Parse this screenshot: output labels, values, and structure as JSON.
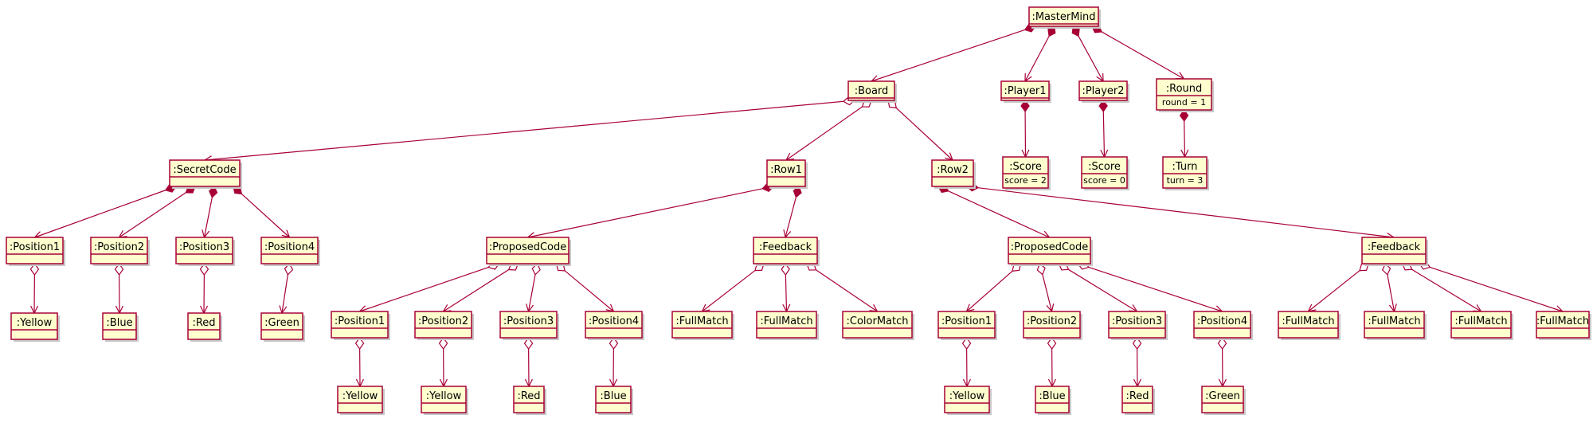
{
  "colors": {
    "box_fill": "#FEFECE",
    "border": "#A80036",
    "shadow": "#c9c9c9"
  },
  "objects": [
    {
      "id": "mastermind",
      "name": ":MasterMind",
      "attrs": []
    },
    {
      "id": "board",
      "name": ":Board",
      "attrs": []
    },
    {
      "id": "player1",
      "name": ":Player1",
      "attrs": []
    },
    {
      "id": "player2",
      "name": ":Player2",
      "attrs": []
    },
    {
      "id": "round",
      "name": ":Round",
      "attrs": [
        "round = 1"
      ]
    },
    {
      "id": "score1",
      "name": ":Score",
      "attrs": [
        "score = 2"
      ]
    },
    {
      "id": "score2",
      "name": ":Score",
      "attrs": [
        "score = 0"
      ]
    },
    {
      "id": "turn",
      "name": ":Turn",
      "attrs": [
        "turn = 3"
      ]
    },
    {
      "id": "secretcode",
      "name": ":SecretCode",
      "attrs": []
    },
    {
      "id": "row1",
      "name": ":Row1",
      "attrs": []
    },
    {
      "id": "row2",
      "name": ":Row2",
      "attrs": []
    },
    {
      "id": "sc_pos1",
      "name": ":Position1",
      "attrs": []
    },
    {
      "id": "sc_pos2",
      "name": ":Position2",
      "attrs": []
    },
    {
      "id": "sc_pos3",
      "name": ":Position3",
      "attrs": []
    },
    {
      "id": "sc_pos4",
      "name": ":Position4",
      "attrs": []
    },
    {
      "id": "sc_yellow",
      "name": ":Yellow",
      "attrs": []
    },
    {
      "id": "sc_blue",
      "name": ":Blue",
      "attrs": []
    },
    {
      "id": "sc_red",
      "name": ":Red",
      "attrs": []
    },
    {
      "id": "sc_green",
      "name": ":Green",
      "attrs": []
    },
    {
      "id": "r1_proposed",
      "name": ":ProposedCode",
      "attrs": []
    },
    {
      "id": "r1_feedback",
      "name": ":Feedback",
      "attrs": []
    },
    {
      "id": "r1_pos1",
      "name": ":Position1",
      "attrs": []
    },
    {
      "id": "r1_pos2",
      "name": ":Position2",
      "attrs": []
    },
    {
      "id": "r1_pos3",
      "name": ":Position3",
      "attrs": []
    },
    {
      "id": "r1_pos4",
      "name": ":Position4",
      "attrs": []
    },
    {
      "id": "r1_c1",
      "name": ":Yellow",
      "attrs": []
    },
    {
      "id": "r1_c2",
      "name": ":Yellow",
      "attrs": []
    },
    {
      "id": "r1_c3",
      "name": ":Red",
      "attrs": []
    },
    {
      "id": "r1_c4",
      "name": ":Blue",
      "attrs": []
    },
    {
      "id": "r1_fm1",
      "name": ":FullMatch",
      "attrs": []
    },
    {
      "id": "r1_fm2",
      "name": ":FullMatch",
      "attrs": []
    },
    {
      "id": "r1_cm",
      "name": ":ColorMatch",
      "attrs": []
    },
    {
      "id": "r2_proposed",
      "name": ":ProposedCode",
      "attrs": []
    },
    {
      "id": "r2_feedback",
      "name": ":Feedback",
      "attrs": []
    },
    {
      "id": "r2_pos1",
      "name": ":Position1",
      "attrs": []
    },
    {
      "id": "r2_pos2",
      "name": ":Position2",
      "attrs": []
    },
    {
      "id": "r2_pos3",
      "name": ":Position3",
      "attrs": []
    },
    {
      "id": "r2_pos4",
      "name": ":Position4",
      "attrs": []
    },
    {
      "id": "r2_c1",
      "name": ":Yellow",
      "attrs": []
    },
    {
      "id": "r2_c2",
      "name": ":Blue",
      "attrs": []
    },
    {
      "id": "r2_c3",
      "name": ":Red",
      "attrs": []
    },
    {
      "id": "r2_c4",
      "name": ":Green",
      "attrs": []
    },
    {
      "id": "r2_fm1",
      "name": ":FullMatch",
      "attrs": []
    },
    {
      "id": "r2_fm2",
      "name": ":FullMatch",
      "attrs": []
    },
    {
      "id": "r2_fm3",
      "name": ":FullMatch",
      "attrs": []
    },
    {
      "id": "r2_fm4",
      "name": ":FullMatch",
      "attrs": []
    }
  ],
  "links": [
    {
      "from": "mastermind",
      "to": "board",
      "kind": "composition"
    },
    {
      "from": "mastermind",
      "to": "player1",
      "kind": "composition"
    },
    {
      "from": "mastermind",
      "to": "player2",
      "kind": "composition"
    },
    {
      "from": "mastermind",
      "to": "round",
      "kind": "composition"
    },
    {
      "from": "player1",
      "to": "score1",
      "kind": "composition"
    },
    {
      "from": "player2",
      "to": "score2",
      "kind": "composition"
    },
    {
      "from": "round",
      "to": "turn",
      "kind": "composition"
    },
    {
      "from": "board",
      "to": "secretcode",
      "kind": "aggregation"
    },
    {
      "from": "board",
      "to": "row1",
      "kind": "aggregation"
    },
    {
      "from": "board",
      "to": "row2",
      "kind": "aggregation"
    },
    {
      "from": "secretcode",
      "to": "sc_pos1",
      "kind": "composition"
    },
    {
      "from": "secretcode",
      "to": "sc_pos2",
      "kind": "composition"
    },
    {
      "from": "secretcode",
      "to": "sc_pos3",
      "kind": "composition"
    },
    {
      "from": "secretcode",
      "to": "sc_pos4",
      "kind": "composition"
    },
    {
      "from": "sc_pos1",
      "to": "sc_yellow",
      "kind": "aggregation"
    },
    {
      "from": "sc_pos2",
      "to": "sc_blue",
      "kind": "aggregation"
    },
    {
      "from": "sc_pos3",
      "to": "sc_red",
      "kind": "aggregation"
    },
    {
      "from": "sc_pos4",
      "to": "sc_green",
      "kind": "aggregation"
    },
    {
      "from": "row1",
      "to": "r1_proposed",
      "kind": "composition"
    },
    {
      "from": "row1",
      "to": "r1_feedback",
      "kind": "composition"
    },
    {
      "from": "r1_proposed",
      "to": "r1_pos1",
      "kind": "aggregation"
    },
    {
      "from": "r1_proposed",
      "to": "r1_pos2",
      "kind": "aggregation"
    },
    {
      "from": "r1_proposed",
      "to": "r1_pos3",
      "kind": "aggregation"
    },
    {
      "from": "r1_proposed",
      "to": "r1_pos4",
      "kind": "aggregation"
    },
    {
      "from": "r1_pos1",
      "to": "r1_c1",
      "kind": "aggregation"
    },
    {
      "from": "r1_pos2",
      "to": "r1_c2",
      "kind": "aggregation"
    },
    {
      "from": "r1_pos3",
      "to": "r1_c3",
      "kind": "aggregation"
    },
    {
      "from": "r1_pos4",
      "to": "r1_c4",
      "kind": "aggregation"
    },
    {
      "from": "r1_feedback",
      "to": "r1_fm1",
      "kind": "aggregation"
    },
    {
      "from": "r1_feedback",
      "to": "r1_fm2",
      "kind": "aggregation"
    },
    {
      "from": "r1_feedback",
      "to": "r1_cm",
      "kind": "aggregation"
    },
    {
      "from": "row2",
      "to": "r2_proposed",
      "kind": "composition"
    },
    {
      "from": "row2",
      "to": "r2_feedback",
      "kind": "composition"
    },
    {
      "from": "r2_proposed",
      "to": "r2_pos1",
      "kind": "aggregation"
    },
    {
      "from": "r2_proposed",
      "to": "r2_pos2",
      "kind": "aggregation"
    },
    {
      "from": "r2_proposed",
      "to": "r2_pos3",
      "kind": "aggregation"
    },
    {
      "from": "r2_proposed",
      "to": "r2_pos4",
      "kind": "aggregation"
    },
    {
      "from": "r2_pos1",
      "to": "r2_c1",
      "kind": "aggregation"
    },
    {
      "from": "r2_pos2",
      "to": "r2_c2",
      "kind": "aggregation"
    },
    {
      "from": "r2_pos3",
      "to": "r2_c3",
      "kind": "aggregation"
    },
    {
      "from": "r2_pos4",
      "to": "r2_c4",
      "kind": "aggregation"
    },
    {
      "from": "r2_feedback",
      "to": "r2_fm1",
      "kind": "aggregation"
    },
    {
      "from": "r2_feedback",
      "to": "r2_fm2",
      "kind": "aggregation"
    },
    {
      "from": "r2_feedback",
      "to": "r2_fm3",
      "kind": "aggregation"
    },
    {
      "from": "r2_feedback",
      "to": "r2_fm4",
      "kind": "aggregation"
    }
  ]
}
